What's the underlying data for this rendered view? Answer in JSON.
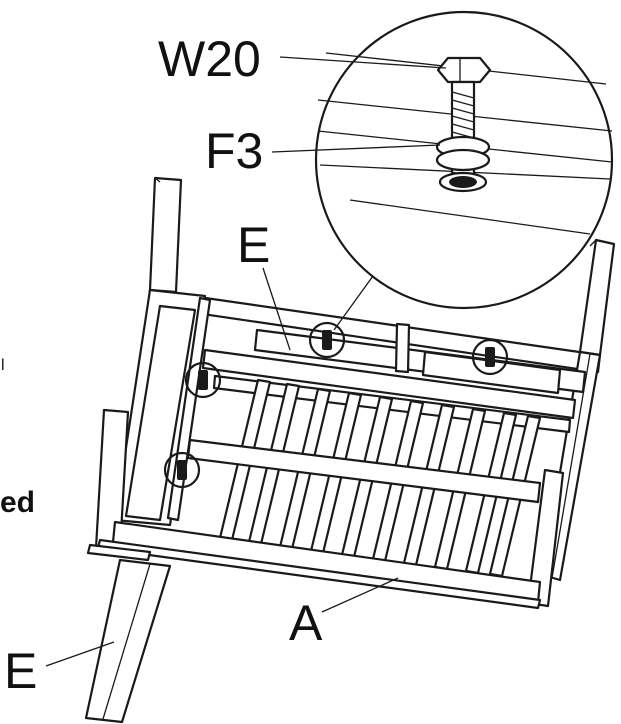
{
  "labels": {
    "bolt": "W20",
    "washer": "F3",
    "part_e_top": "E",
    "part_e_bottom": "E",
    "part_a": "A",
    "edge_fragment_1": "l",
    "edge_fragment_2": "ed"
  },
  "colors": {
    "line": "#1a1a1a",
    "background": "#ffffff"
  }
}
